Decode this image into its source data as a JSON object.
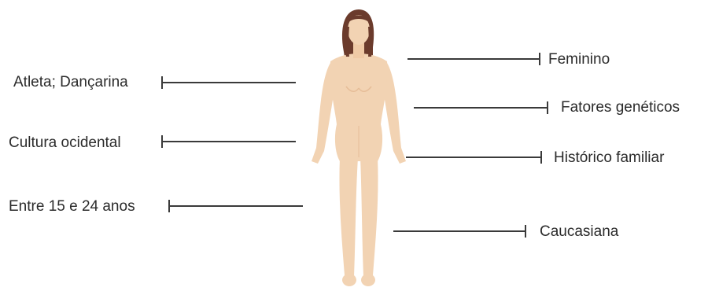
{
  "labels_left": [
    "Atleta; Dançarina",
    "Cultura ocidental",
    "Entre 15 e 24 anos"
  ],
  "labels_right": [
    "Feminino",
    "Fatores genéticos",
    "Histórico familiar",
    "Caucasiana"
  ],
  "colors": {
    "skin": "#f2d3b3",
    "skin_shade": "#e6bd98",
    "hair": "#6b3b2c",
    "line": "#3a3a3a",
    "text": "#2b2b2b"
  }
}
